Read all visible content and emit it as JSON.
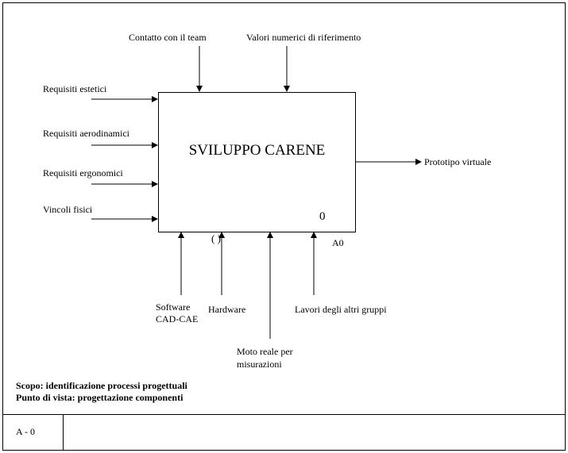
{
  "function_box": {
    "title": "SVILUPPO CARENE",
    "number": "0",
    "node_id": "A0",
    "tunnel_mark": "( )"
  },
  "controls": [
    "Contatto con il team",
    "Valori numerici di riferimento"
  ],
  "inputs": [
    "Requisiti estetici",
    "Requisiti aerodinamici",
    "Requisiti ergonomici",
    "Vincoli fisici"
  ],
  "outputs": [
    "Prototipo virtuale"
  ],
  "mechanisms": {
    "software_line1": "Software",
    "software_line2": "CAD-CAE",
    "hardware": "Hardware",
    "moto_line1": "Moto reale per",
    "moto_line2": "misurazioni",
    "lavori": "Lavori degli altri gruppi"
  },
  "notes": {
    "scope": "Scopo: identificazione processi progettuali",
    "viewpoint": "Punto di vista: progettazione componenti"
  },
  "footer": {
    "node": "A - 0",
    "title": ""
  }
}
